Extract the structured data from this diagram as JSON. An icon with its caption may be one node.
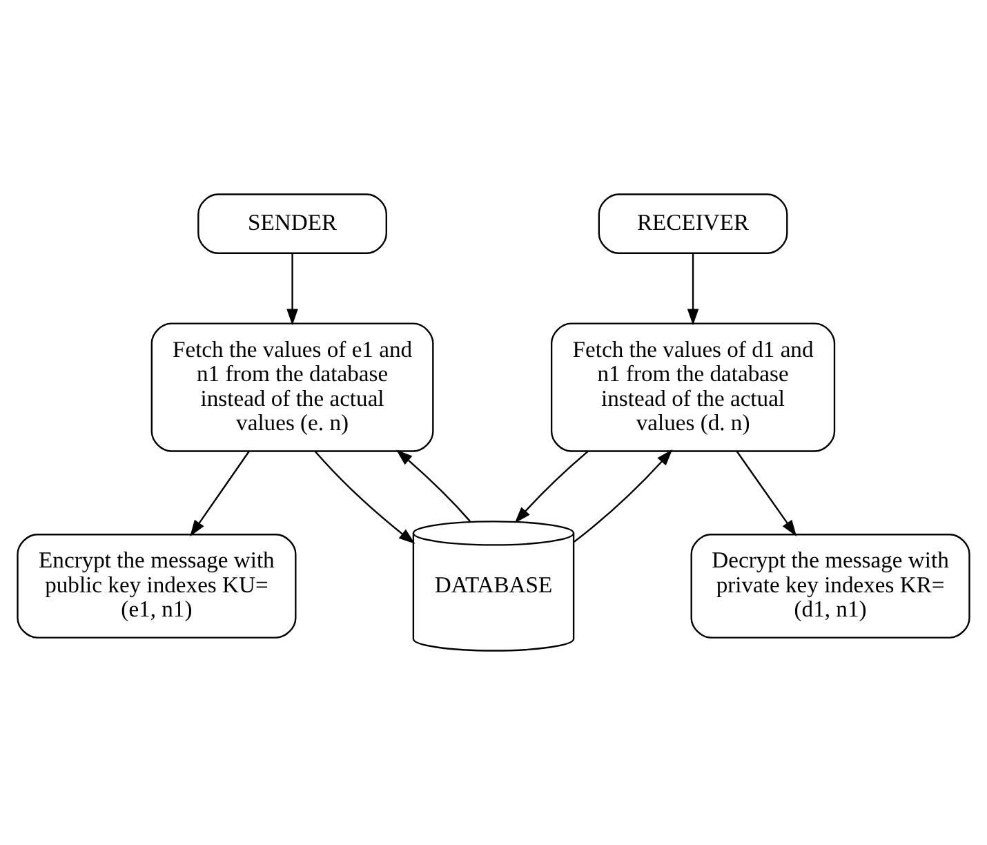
{
  "diagram": {
    "nodes": [
      {
        "text": [
          "SENDER"
        ]
      },
      {
        "text": [
          "RECEIVER"
        ]
      },
      {
        "text": [
          "Fetch the values of e1 and n1 from the database instead of the actual values (e. n)"
        ]
      },
      {
        "text": [
          "Fetch the values of d1 and n1 from the database instead of the actual values (d. n)"
        ]
      },
      {
        "text": [
          "DATABASE"
        ]
      },
      {
        "text": [
          "Encrypt the message with public key indexes KU= (e1, n1)"
        ]
      },
      {
        "text": [
          "Decrypt the message with private key indexes KR= (d1, n1)"
        ]
      }
    ],
    "edges": [
      {
        "from": 0,
        "to": 2,
        "arrow": "to"
      },
      {
        "from": 1,
        "to": 3,
        "arrow": "to"
      },
      {
        "from": 4,
        "to": 2,
        "arrow": "to"
      },
      {
        "from": 2,
        "to": 4,
        "arrow": "to"
      },
      {
        "from": 4,
        "to": 3,
        "arrow": "to"
      },
      {
        "from": 3,
        "to": 4,
        "arrow": "to"
      },
      {
        "from": 2,
        "to": 5,
        "arrow": "to"
      },
      {
        "from": 3,
        "to": 6,
        "arrow": "to"
      }
    ]
  }
}
